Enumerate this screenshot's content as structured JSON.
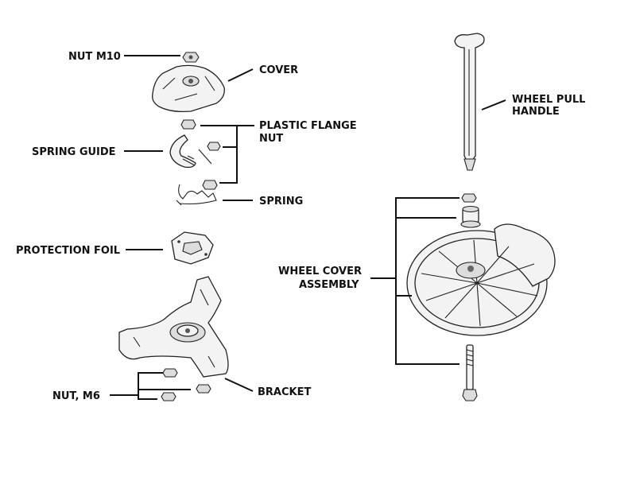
{
  "labels": {
    "nut_m10": "NUT M10",
    "cover": "COVER",
    "plastic_flange_nut_1": "PLASTIC FLANGE",
    "plastic_flange_nut_2": "NUT",
    "spring_guide": "SPRING GUIDE",
    "spring": "SPRING",
    "protection_foil": "PROTECTION FOIL",
    "bracket": "BRACKET",
    "nut_m6": "NUT, M6",
    "wheel_pull_handle_1": "WHEEL PULL",
    "wheel_pull_handle_2": "HANDLE",
    "wheel_cover_assembly_1": "WHEEL COVER",
    "wheel_cover_assembly_2": "ASSEMBLY"
  }
}
